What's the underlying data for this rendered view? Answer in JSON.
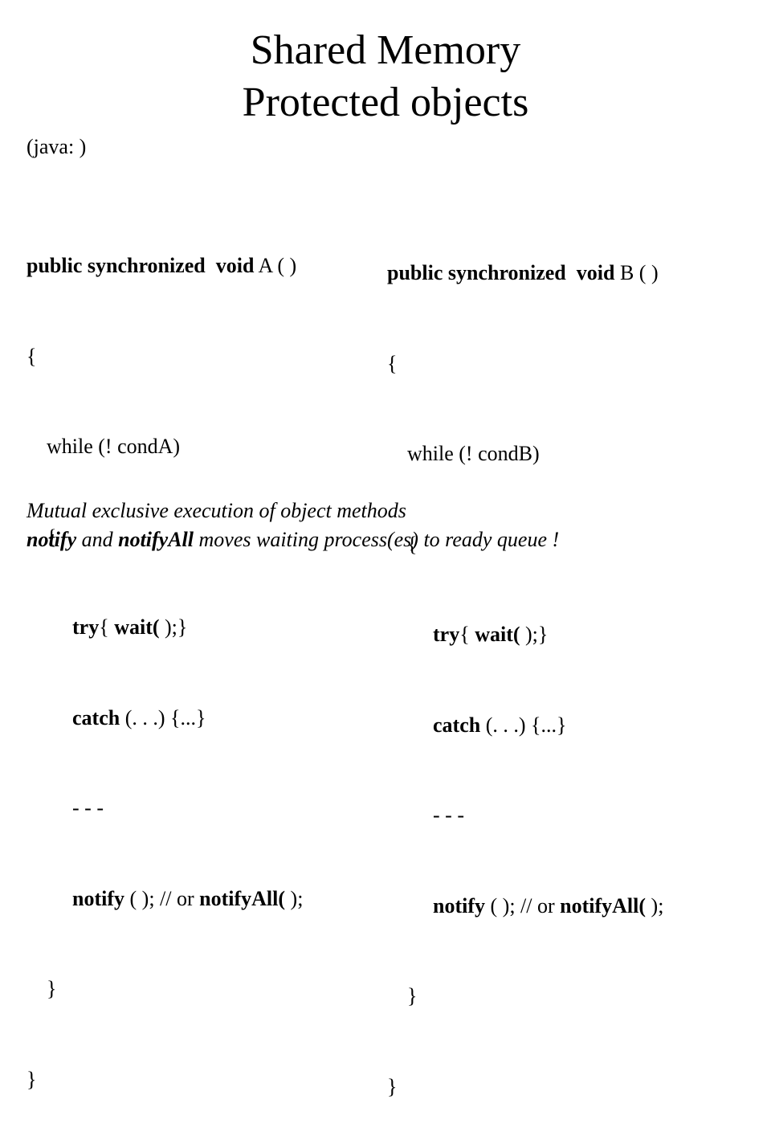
{
  "slide": {
    "title_line1": "Shared Memory",
    "title_line2": "Protected objects",
    "language_note": "(java: )"
  },
  "method_a": {
    "kw_public": "public",
    "kw_synchronized": "synchronized",
    "kw_void": "void",
    "name": "A ( )",
    "open_brace": "{",
    "while_kw": "while",
    "while_cond": "(! condA)",
    "inner_open": "{",
    "try_kw": "try",
    "try_open": "{ ",
    "wait_kw": "wait(",
    "try_rest": " );}",
    "catch_kw": "catch",
    "catch_rest": " (. . .) {...}",
    "dashes": "- - -",
    "notify_kw": "notify",
    "notify_mid": " ( ); // or ",
    "notifyall_kw": "notifyAll(",
    "notify_end": " );",
    "inner_close": "}",
    "close_brace": "}"
  },
  "method_b": {
    "kw_public": "public",
    "kw_synchronized": "synchronized",
    "kw_void": "void",
    "name": "B ( )",
    "open_brace": "{",
    "while_kw": "while",
    "while_cond": "(! condB)",
    "inner_open": "{",
    "try_kw": "try",
    "try_open": "{ ",
    "wait_kw": "wait(",
    "try_rest": " );}",
    "catch_kw": "catch",
    "catch_rest": " (. . .) {...}",
    "dashes": "- - -",
    "notify_kw": "notify",
    "notify_mid": " ( ); // or ",
    "notifyall_kw": "notifyAll(",
    "notify_end": " );",
    "inner_close": "}",
    "close_brace": "}"
  },
  "footer": {
    "line1": "Mutual exclusive execution of object methods",
    "notify_kw": "notify",
    "and_text": " and ",
    "notifyall_kw": "notifyAll",
    "line2_rest": " moves waiting process(es)  to ready queue !"
  }
}
